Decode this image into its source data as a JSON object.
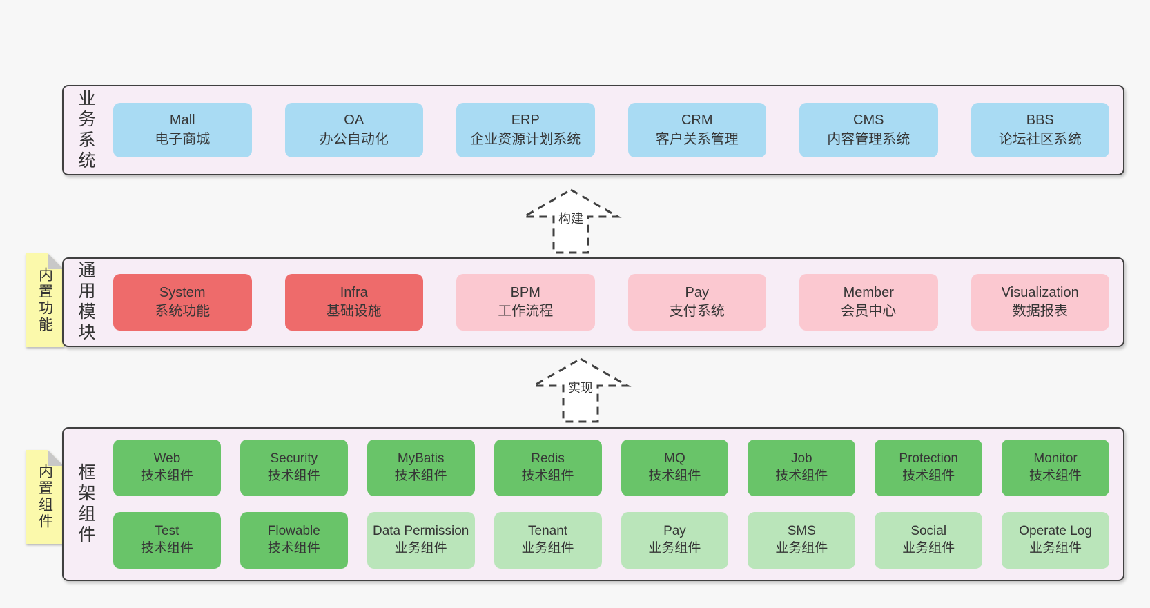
{
  "colors": {
    "bg": "#f7f7f7",
    "fill": "#f7edf6",
    "border": "#404040",
    "text": "#363636",
    "blue": "#a9dbf3",
    "red": "#ee6b6b",
    "pink": "#fbc8d0",
    "green1": "#69c469",
    "green2": "#bae5ba",
    "yellow": "#fbf9ab",
    "fold": "#c8c8c8"
  },
  "arrows": {
    "build": "构建",
    "implement": "实现"
  },
  "business": {
    "label": "业务系统",
    "items": [
      {
        "title": "Mall",
        "subtitle": "电子商城",
        "variant": "blue"
      },
      {
        "title": "OA",
        "subtitle": "办公自动化",
        "variant": "blue"
      },
      {
        "title": "ERP",
        "subtitle": "企业资源计划系统",
        "variant": "blue"
      },
      {
        "title": "CRM",
        "subtitle": "客户关系管理",
        "variant": "blue"
      },
      {
        "title": "CMS",
        "subtitle": "内容管理系统",
        "variant": "blue"
      },
      {
        "title": "BBS",
        "subtitle": "论坛社区系统",
        "variant": "blue"
      }
    ]
  },
  "modules": {
    "label": "通用模块",
    "note": "内置功能",
    "items": [
      {
        "title": "System",
        "subtitle": "系统功能",
        "variant": "red"
      },
      {
        "title": "Infra",
        "subtitle": "基础设施",
        "variant": "red"
      },
      {
        "title": "BPM",
        "subtitle": "工作流程",
        "variant": "pink"
      },
      {
        "title": "Pay",
        "subtitle": "支付系统",
        "variant": "pink"
      },
      {
        "title": "Member",
        "subtitle": "会员中心",
        "variant": "pink"
      },
      {
        "title": "Visualization",
        "subtitle": "数据报表",
        "variant": "pink"
      }
    ]
  },
  "framework": {
    "label": "框架组件",
    "note": "内置组件",
    "row1": [
      {
        "title": "Web",
        "subtitle": "技术组件",
        "variant": "green-dark"
      },
      {
        "title": "Security",
        "subtitle": "技术组件",
        "variant": "green-dark"
      },
      {
        "title": "MyBatis",
        "subtitle": "技术组件",
        "variant": "green-dark"
      },
      {
        "title": "Redis",
        "subtitle": "技术组件",
        "variant": "green-dark"
      },
      {
        "title": "MQ",
        "subtitle": "技术组件",
        "variant": "green-dark"
      },
      {
        "title": "Job",
        "subtitle": "技术组件",
        "variant": "green-dark"
      },
      {
        "title": "Protection",
        "subtitle": "技术组件",
        "variant": "green-dark"
      },
      {
        "title": "Monitor",
        "subtitle": "技术组件",
        "variant": "green-dark"
      }
    ],
    "row2": [
      {
        "title": "Test",
        "subtitle": "技术组件",
        "variant": "green-dark"
      },
      {
        "title": "Flowable",
        "subtitle": "技术组件",
        "variant": "green-dark"
      },
      {
        "title": "Data Permission",
        "subtitle": "业务组件",
        "variant": "green-light"
      },
      {
        "title": "Tenant",
        "subtitle": "业务组件",
        "variant": "green-light"
      },
      {
        "title": "Pay",
        "subtitle": "业务组件",
        "variant": "green-light"
      },
      {
        "title": "SMS",
        "subtitle": "业务组件",
        "variant": "green-light"
      },
      {
        "title": "Social",
        "subtitle": "业务组件",
        "variant": "green-light"
      },
      {
        "title": "Operate Log",
        "subtitle": "业务组件",
        "variant": "green-light"
      }
    ]
  }
}
